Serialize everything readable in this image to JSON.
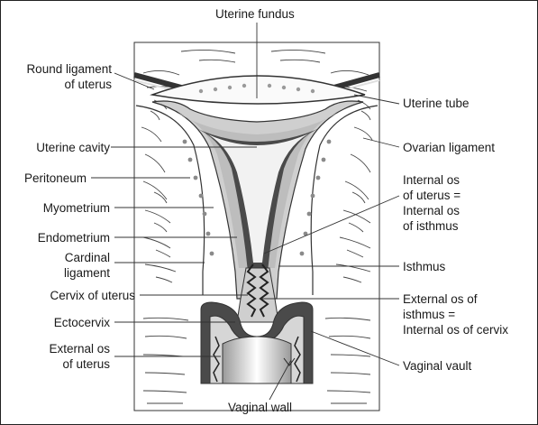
{
  "figure": {
    "labels": {
      "uterine_fundus": [
        "Uterine fundus"
      ],
      "round_ligament": [
        "Round ligament",
        "of uterus"
      ],
      "uterine_tube": [
        "Uterine tube"
      ],
      "uterine_cavity": [
        "Uterine cavity"
      ],
      "ovarian_ligament": [
        "Ovarian ligament"
      ],
      "peritoneum": [
        "Peritoneum"
      ],
      "internal_os": [
        "Internal os",
        "of uterus =",
        "Internal os",
        "of isthmus"
      ],
      "myometrium": [
        "Myometrium"
      ],
      "endometrium": [
        "Endometrium"
      ],
      "cardinal_ligament": [
        "Cardinal",
        "ligament"
      ],
      "isthmus": [
        "Isthmus"
      ],
      "cervix": [
        "Cervix of uterus"
      ],
      "external_os_isthmus": [
        "External os of",
        "isthmus =",
        "Internal os of cervix"
      ],
      "ectocervix": [
        "Ectocervix"
      ],
      "external_os_uterus": [
        "External os",
        "of uterus"
      ],
      "vaginal_vault": [
        "Vaginal vault"
      ],
      "vaginal_wall": [
        "Vaginal wall"
      ]
    },
    "colors": {
      "line": "#333333",
      "wall": "#d9d9d9",
      "muscle": "#bdbdbd",
      "dark_layer": "#4a4a4a",
      "cavity": "#f4f4f4"
    }
  }
}
